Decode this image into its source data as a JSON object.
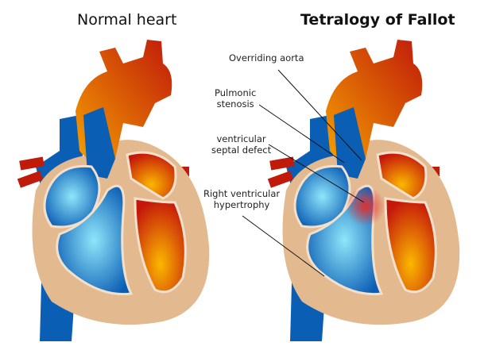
{
  "titles": {
    "normal": "Normal heart",
    "tof": "Tetralogy of Fallot"
  },
  "labels": {
    "overriding_aorta": "Overriding aorta",
    "pulmonic_stenosis": [
      "Pulmonic",
      "stenosis"
    ],
    "vsd": [
      "ventricular",
      "septal defect"
    ],
    "rvh": [
      "Right ventricular",
      "hypertrophy"
    ]
  },
  "colors": {
    "vein": "#0a5fb5",
    "artery": "#c01a0a",
    "muscle": "#e3b98f",
    "oxy": "#f5a000",
    "deoxy": "#7fd8f5"
  }
}
